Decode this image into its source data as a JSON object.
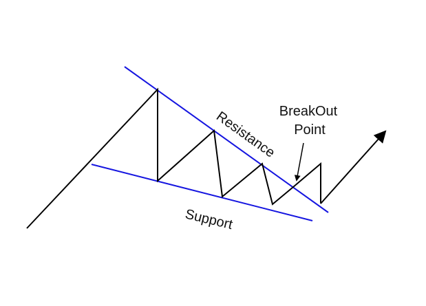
{
  "diagram": {
    "labels": {
      "resistance": "Resistance",
      "support": "Support",
      "breakout_line1": "BreakOut",
      "breakout_line2": "Point"
    },
    "colors": {
      "trendlines": "#1515e0",
      "price_path": "#000000",
      "background": "#ffffff"
    },
    "icons": {
      "breakout_marker": "arrow-icon",
      "trend_continuation": "arrowhead-icon"
    }
  }
}
